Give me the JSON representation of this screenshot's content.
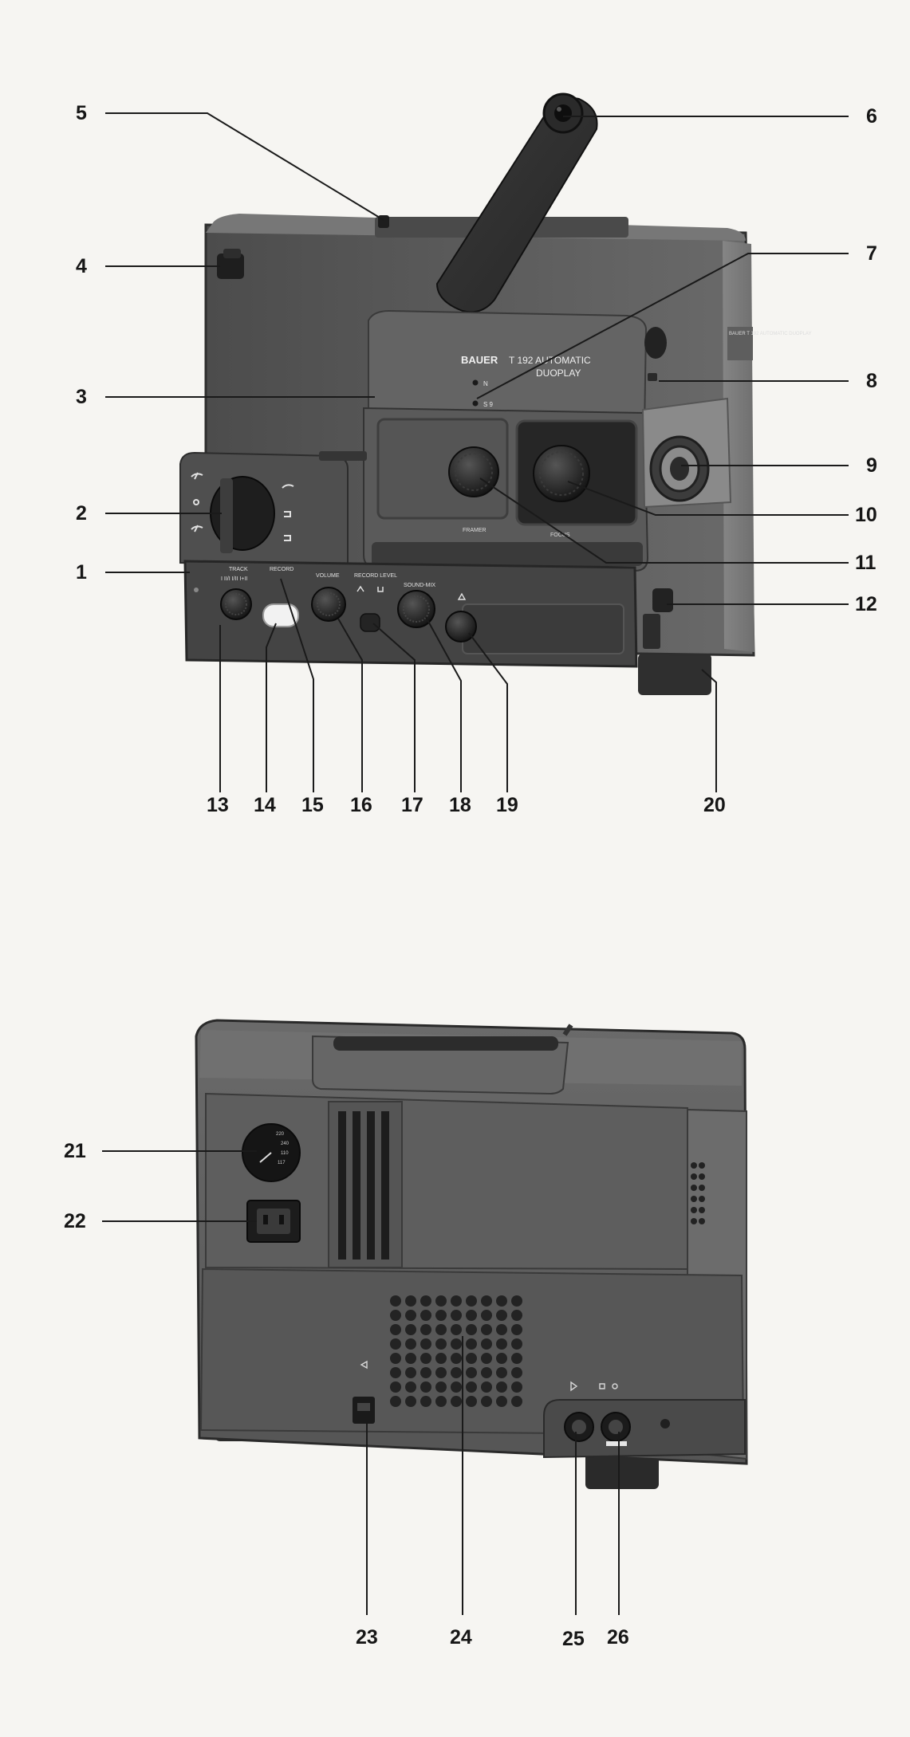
{
  "figure1": {
    "brand": "BAUER",
    "model": "T 192 AUTOMATIC",
    "model_sub": "DUOPLAY",
    "side_badge": "BAUER T 192 AUTOMATIC DUOPLAY",
    "led_top": "N",
    "led_bottom": "S 9",
    "framer_label": "FRAMER",
    "focus_label": "FOCUS",
    "track_label": "TRACK",
    "record_label": "RECORD",
    "volume_label": "VOLUME",
    "record_level_label": "RECORD LEVEL",
    "sound_mix_label": "SOUND-MIX",
    "track_scale": "I   II/I   I/II   I+II",
    "callouts_left": [
      "5",
      "4",
      "3",
      "2",
      "1"
    ],
    "callouts_right": [
      "6",
      "7",
      "8",
      "9",
      "10",
      "11",
      "12"
    ],
    "callouts_bottom": [
      "13",
      "14",
      "15",
      "16",
      "17",
      "18",
      "19",
      "20"
    ]
  },
  "figure2": {
    "callouts_left": [
      "21",
      "22"
    ],
    "callouts_bottom": [
      "23",
      "24",
      "25",
      "26"
    ]
  }
}
